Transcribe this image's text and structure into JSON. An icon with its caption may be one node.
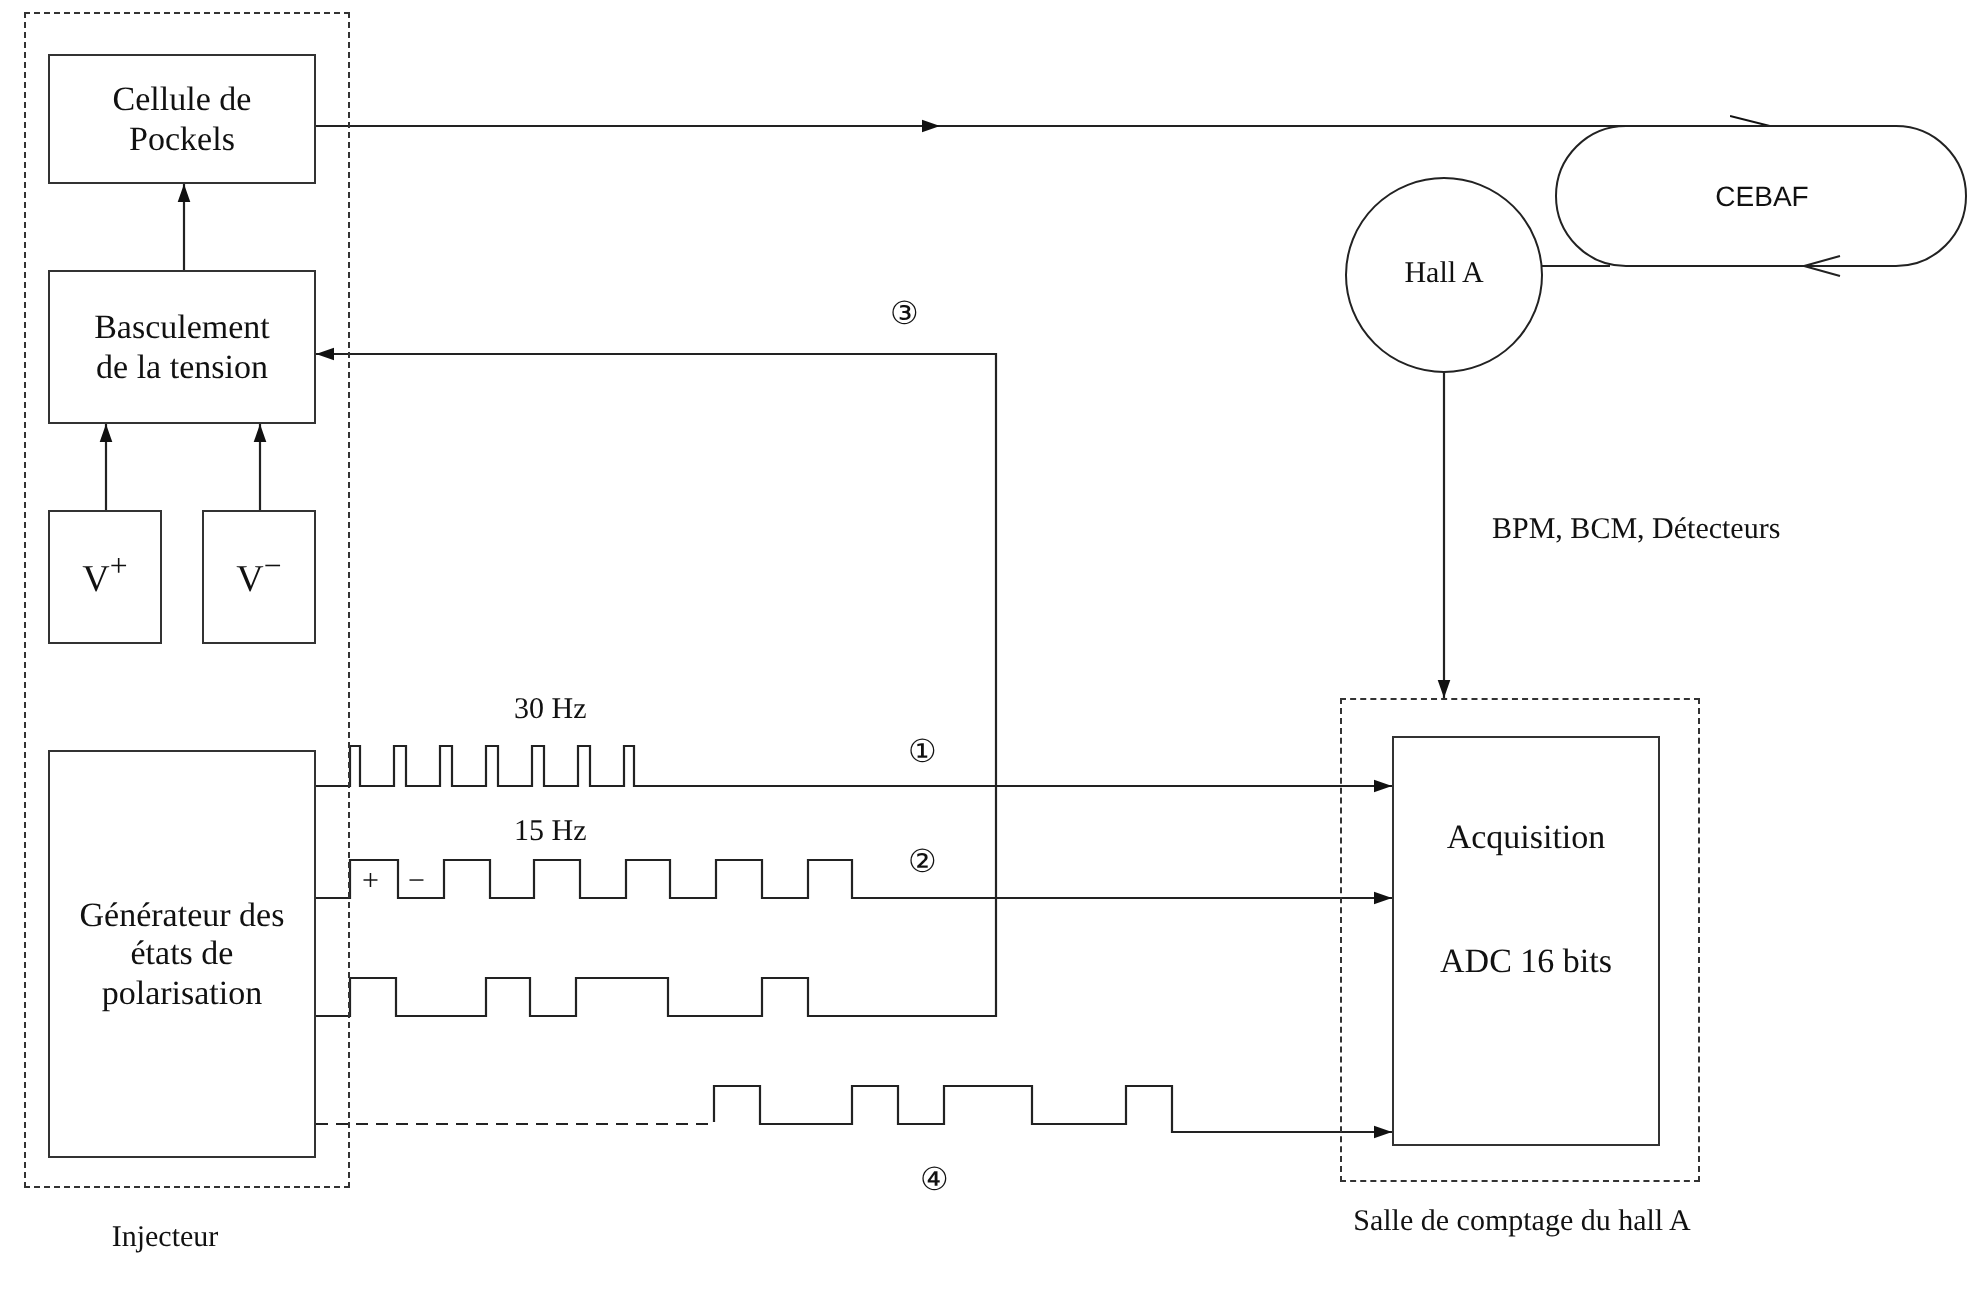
{
  "diagram": {
    "nodes": [
      {
        "text": [
          "Injecteur"
        ]
      },
      {
        "text": [
          "Cellule de Pockels"
        ],
        "in": 0
      },
      {
        "text": [
          "Basculement de la tension"
        ],
        "in": 0
      },
      {
        "text": [
          "V$^{+}$"
        ],
        "in": 0
      },
      {
        "text": [
          "V$^{−}$"
        ],
        "in": 0
      },
      {
        "text": [
          "Générateur des états de polarisation"
        ],
        "in": 0
      },
      {
        "text": [
          "CEBAF"
        ]
      },
      {
        "text": [
          "Hall A"
        ]
      },
      {
        "text": [
          "Salle de comptage du hall A"
        ]
      },
      {
        "text": [
          "Acquisition",
          "ADC 16 bits"
        ],
        "in": 8
      }
    ],
    "edges": [
      {
        "from": 2,
        "to": 1,
        "arrow": "to"
      },
      {
        "from": 3,
        "to": 2,
        "arrow": "to"
      },
      {
        "from": 4,
        "to": 2,
        "arrow": "to"
      },
      {
        "from": 1,
        "to": 6,
        "arrow": "to"
      },
      {
        "from": 6,
        "to": 7,
        "arrow": "none"
      },
      {
        "from": 7,
        "to": 8,
        "arrow": "to",
        "label": "BPM, BCM, Détecteurs"
      },
      {
        "from": 5,
        "to": 9,
        "arrow": "to",
        "label": "①"
      },
      {
        "from": 5,
        "to": 9,
        "arrow": "to",
        "label": "②"
      },
      {
        "from": 5,
        "to": 2,
        "arrow": "to",
        "label": "③"
      },
      {
        "from": 5,
        "to": 9,
        "arrow": "to",
        "label": "④",
        "style": "dashed"
      }
    ],
    "labels": [
      "30 Hz",
      "15 Hz",
      "+",
      "−"
    ]
  }
}
